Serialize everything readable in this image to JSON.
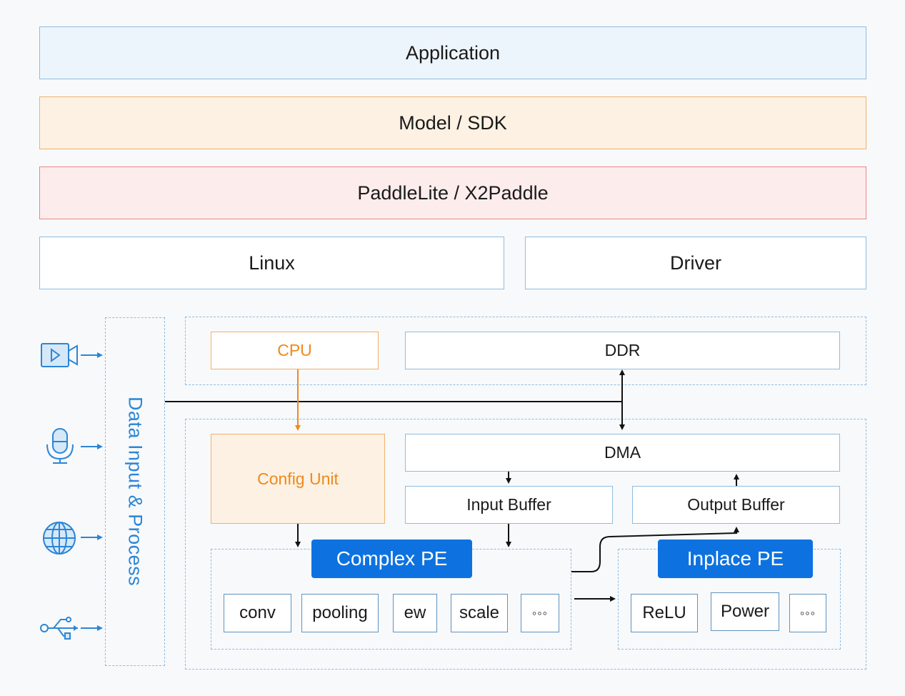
{
  "layers": {
    "application": "Application",
    "model_sdk": "Model / SDK",
    "paddle": "PaddleLite / X2Paddle",
    "linux": "Linux",
    "driver": "Driver"
  },
  "data_input": {
    "label": "Data Input & Process",
    "icons": [
      "video-icon",
      "microphone-icon",
      "globe-icon",
      "usb-icon"
    ]
  },
  "hardware": {
    "cpu": "CPU",
    "ddr": "DDR",
    "config_unit": "Config Unit",
    "dma": "DMA",
    "input_buffer": "Input Buffer",
    "output_buffer": "Output Buffer"
  },
  "complex_pe": {
    "title": "Complex PE",
    "ops": [
      "conv",
      "pooling",
      "ew",
      "scale",
      "◦◦◦"
    ]
  },
  "inplace_pe": {
    "title": "Inplace PE",
    "ops": [
      "ReLU",
      "Power",
      "◦◦◦"
    ]
  },
  "colors": {
    "blue_accent": "#0d72e0",
    "blue_border": "#8ebde0",
    "orange": "#ee8a1b",
    "red_border": "#ec8686"
  }
}
